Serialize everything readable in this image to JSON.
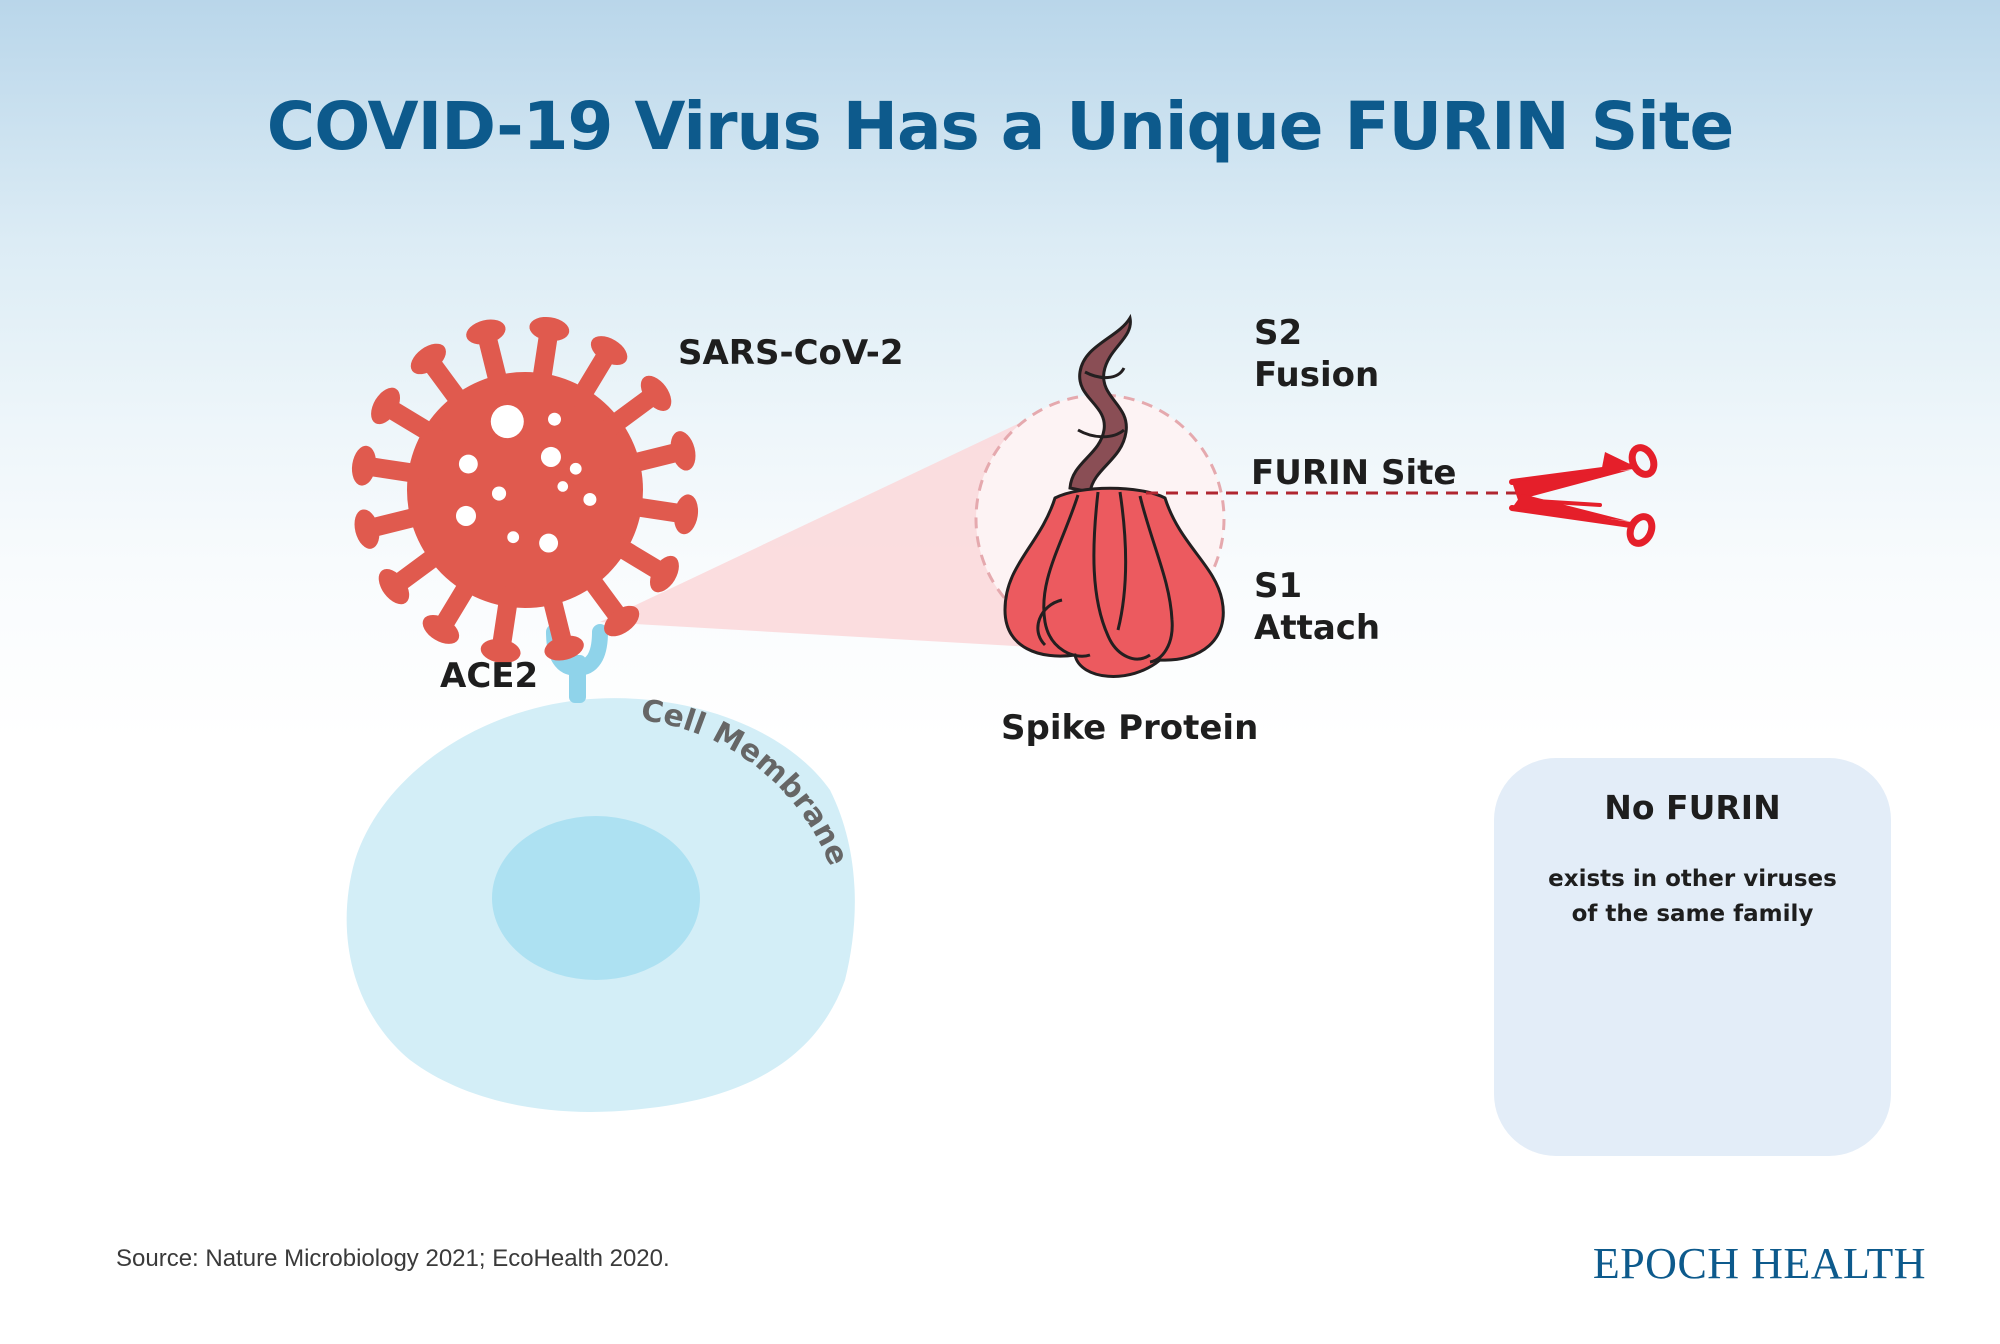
{
  "title": "COVID-19 Virus Has a Unique FURIN Site",
  "labels": {
    "sars_cov_2": "SARS-CoV-2",
    "ace2": "ACE2",
    "cell_membrane": "Cell Membrane",
    "s2_line1": "S2",
    "s2_line2": "Fusion",
    "furin_site": "FURIN Site",
    "s1_line1": "S1",
    "s1_line2": "Attach",
    "spike_protein": "Spike Protein"
  },
  "no_furin_box": {
    "title": "No FURIN",
    "line1": "exists in other viruses",
    "line2": "of the same family"
  },
  "source": "Source: Nature Microbiology 2021; EcoHealth 2020.",
  "brand": "EPOCH HEALTH",
  "colors": {
    "title": "#0d5a8c",
    "virus_red": "#e05a4e",
    "spike_red": "#ec5a5f",
    "spike_stalk": "#8a4e55",
    "cell_light": "#d3eef7",
    "cell_nucleus": "#ade1f2",
    "blue_virus": "#2fbde6",
    "scissors": "#e51f2a",
    "box_bg": "#e3edf8"
  }
}
